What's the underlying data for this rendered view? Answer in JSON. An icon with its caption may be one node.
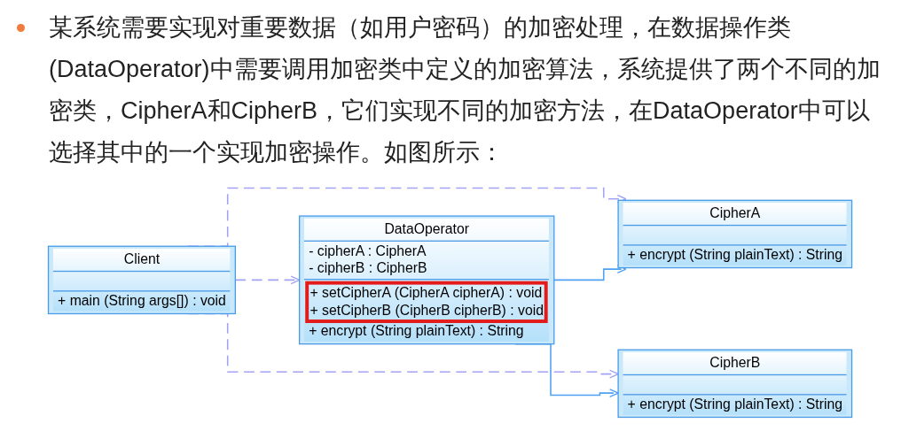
{
  "diagram": {
    "nodes": [
      {
        "text": [
          "Client",
          "+ main (String args[]) : void"
        ]
      },
      {
        "text": [
          "CipherA",
          "+ encrypt (String plainText) : String"
        ]
      },
      {
        "text": [
          "DataOperator",
          "- cipherA : CipherA",
          "- cipherB : CipherB",
          "+ setCipherA (CipherA cipherA) : void",
          "+ setCipherB (CipherB cipherB) : void",
          "+ encrypt (String plainText) : String"
        ]
      },
      {
        "text": [
          "CipherB",
          "+ encrypt (String plainText) : String"
        ]
      }
    ],
    "edges": [
      {
        "from": 0,
        "to": 2,
        "arrow": "to",
        "style": "dashed"
      },
      {
        "from": 0,
        "to": 1,
        "arrow": "to",
        "style": "dashed"
      },
      {
        "from": 0,
        "to": 3,
        "arrow": "to",
        "style": "dashed"
      },
      {
        "from": 2,
        "to": 1,
        "arrow": "to",
        "color": "#4ea1f3"
      },
      {
        "from": 2,
        "to": 3,
        "arrow": "to",
        "color": "#4ea1f3"
      }
    ],
    "labels": [
      "某系统需要实现对重要数据（如用户密码）的加密处理，在数据操作类(DataOperator)中需要调用加密类中定义的加密算法，系统提供了两个不同的加密类，CipherA和CipherB，它们实现不同的加密方法，在DataOperator中可以选择其中的一个实现加密操作。如图所示："
    ]
  }
}
